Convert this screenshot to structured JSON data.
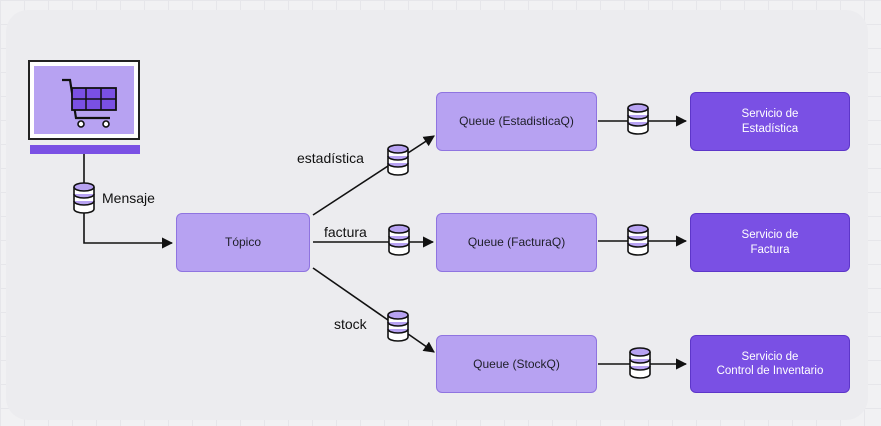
{
  "diagram": {
    "labels": {
      "mensaje": "Mensaje",
      "estadistica": "estadística",
      "factura": "factura",
      "stock": "stock"
    },
    "nodes": {
      "topico": "Tópico",
      "queue_estadistica": "Queue (EstadisticaQ)",
      "queue_factura": "Queue (FacturaQ)",
      "queue_stock": "Queue (StockQ)",
      "servicio_estadistica": "Servicio de\nEstadística",
      "servicio_factura": "Servicio de\nFactura",
      "servicio_inventario": "Servicio de\nControl de Inventario"
    },
    "icons": [
      "shopping-cart-icon",
      "database-icon"
    ],
    "colors": {
      "node_light": "#b7a2f2",
      "node_dark": "#7a50e4",
      "edge": "#111111"
    }
  }
}
